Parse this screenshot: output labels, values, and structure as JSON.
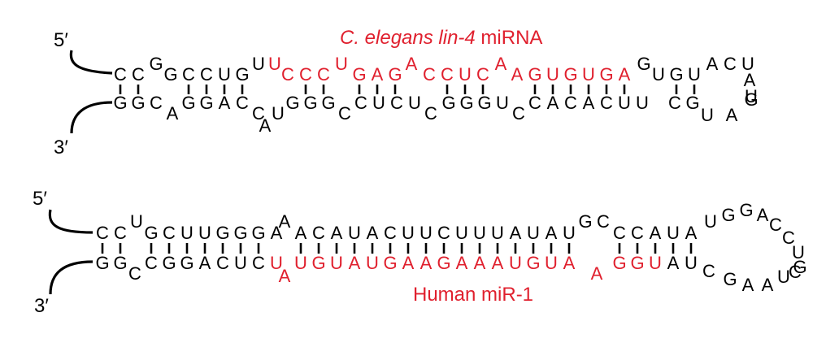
{
  "colors": {
    "mirna": "#e0202e",
    "base": "#000000",
    "background": "#ffffff"
  },
  "hairpins": [
    {
      "id": "lin4",
      "label": {
        "prefix_italic": "C. elegans lin-4",
        "suffix": " miRNA"
      },
      "five_prime": "5′",
      "three_prime": "3′",
      "top": [
        {
          "b": "C",
          "m": 0
        },
        {
          "b": "C",
          "m": 0
        },
        {
          "b": "G",
          "m": 0
        },
        {
          "b": "G",
          "m": 0
        },
        {
          "b": "C",
          "m": 0
        },
        {
          "b": "C",
          "m": 0
        },
        {
          "b": "U",
          "m": 0
        },
        {
          "b": "G",
          "m": 0
        },
        {
          "b": "U",
          "m": 0
        },
        {
          "b": "U",
          "m": 1
        },
        {
          "b": "C",
          "m": 1
        },
        {
          "b": "C",
          "m": 1
        },
        {
          "b": "C",
          "m": 1
        },
        {
          "b": "U",
          "m": 1
        },
        {
          "b": "G",
          "m": 1
        },
        {
          "b": "A",
          "m": 1
        },
        {
          "b": "G",
          "m": 1
        },
        {
          "b": "A",
          "m": 1
        },
        {
          "b": "C",
          "m": 1
        },
        {
          "b": "C",
          "m": 1
        },
        {
          "b": "U",
          "m": 1
        },
        {
          "b": "C",
          "m": 1
        },
        {
          "b": "A",
          "m": 1
        },
        {
          "b": "A",
          "m": 1
        },
        {
          "b": "G",
          "m": 1
        },
        {
          "b": "U",
          "m": 1
        },
        {
          "b": "G",
          "m": 1
        },
        {
          "b": "U",
          "m": 1
        },
        {
          "b": "G",
          "m": 1
        },
        {
          "b": "A",
          "m": 1
        },
        {
          "b": "G",
          "m": 0
        },
        {
          "b": "U",
          "m": 0
        },
        {
          "b": "G",
          "m": 0
        },
        {
          "b": "U",
          "m": 0
        },
        {
          "b": "A",
          "m": 0
        },
        {
          "b": "C",
          "m": 0
        },
        {
          "b": "U",
          "m": 0
        },
        {
          "b": "A",
          "m": 0
        },
        {
          "b": "U",
          "m": 0
        }
      ],
      "bottom": [
        {
          "b": "G",
          "m": 0
        },
        {
          "b": "G",
          "m": 0
        },
        {
          "b": "C",
          "m": 0
        },
        {
          "b": "A",
          "m": 0
        },
        {
          "b": "G",
          "m": 0
        },
        {
          "b": "G",
          "m": 0
        },
        {
          "b": "A",
          "m": 0
        },
        {
          "b": "C",
          "m": 0
        },
        {
          "b": "C",
          "m": 0
        },
        {
          "b": "A",
          "m": 0
        },
        {
          "b": "U",
          "m": 0
        },
        {
          "b": "G",
          "m": 0
        },
        {
          "b": "G",
          "m": 0
        },
        {
          "b": "G",
          "m": 0
        },
        {
          "b": "C",
          "m": 0
        },
        {
          "b": "C",
          "m": 0
        },
        {
          "b": "U",
          "m": 0
        },
        {
          "b": "C",
          "m": 0
        },
        {
          "b": "U",
          "m": 0
        },
        {
          "b": "C",
          "m": 0
        },
        {
          "b": "G",
          "m": 0
        },
        {
          "b": "G",
          "m": 0
        },
        {
          "b": "G",
          "m": 0
        },
        {
          "b": "U",
          "m": 0
        },
        {
          "b": "C",
          "m": 0
        },
        {
          "b": "C",
          "m": 0
        },
        {
          "b": "A",
          "m": 0
        },
        {
          "b": "C",
          "m": 0
        },
        {
          "b": "A",
          "m": 0
        },
        {
          "b": "C",
          "m": 0
        },
        {
          "b": "U",
          "m": 0
        },
        {
          "b": "U",
          "m": 0
        },
        {
          "b": "C",
          "m": 0
        },
        {
          "b": "G",
          "m": 0
        },
        {
          "b": "U",
          "m": 0
        },
        {
          "b": "A",
          "m": 0
        },
        {
          "b": "G",
          "m": 0
        }
      ]
    },
    {
      "id": "mir1",
      "label": {
        "prefix_italic": "",
        "suffix": "Human miR-1"
      },
      "five_prime": "5′",
      "three_prime": "3′",
      "top": [
        {
          "b": "C",
          "m": 0
        },
        {
          "b": "C",
          "m": 0
        },
        {
          "b": "U",
          "m": 0
        },
        {
          "b": "G",
          "m": 0
        },
        {
          "b": "C",
          "m": 0
        },
        {
          "b": "U",
          "m": 0
        },
        {
          "b": "U",
          "m": 0
        },
        {
          "b": "G",
          "m": 0
        },
        {
          "b": "G",
          "m": 0
        },
        {
          "b": "G",
          "m": 0
        },
        {
          "b": "A",
          "m": 0
        },
        {
          "b": "A",
          "m": 0
        },
        {
          "b": "A",
          "m": 0
        },
        {
          "b": "C",
          "m": 0
        },
        {
          "b": "A",
          "m": 0
        },
        {
          "b": "U",
          "m": 0
        },
        {
          "b": "A",
          "m": 0
        },
        {
          "b": "C",
          "m": 0
        },
        {
          "b": "U",
          "m": 0
        },
        {
          "b": "U",
          "m": 0
        },
        {
          "b": "C",
          "m": 0
        },
        {
          "b": "U",
          "m": 0
        },
        {
          "b": "U",
          "m": 0
        },
        {
          "b": "U",
          "m": 0
        },
        {
          "b": "A",
          "m": 0
        },
        {
          "b": "U",
          "m": 0
        },
        {
          "b": "A",
          "m": 0
        },
        {
          "b": "U",
          "m": 0
        },
        {
          "b": "G",
          "m": 0
        },
        {
          "b": "C",
          "m": 0
        },
        {
          "b": "C",
          "m": 0
        },
        {
          "b": "C",
          "m": 0
        },
        {
          "b": "A",
          "m": 0
        },
        {
          "b": "U",
          "m": 0
        },
        {
          "b": "A",
          "m": 0
        },
        {
          "b": "U",
          "m": 0
        },
        {
          "b": "G",
          "m": 0
        },
        {
          "b": "G",
          "m": 0
        },
        {
          "b": "A",
          "m": 0
        },
        {
          "b": "C",
          "m": 0
        },
        {
          "b": "C",
          "m": 0
        },
        {
          "b": "U",
          "m": 0
        },
        {
          "b": "G",
          "m": 0
        }
      ],
      "bottom": [
        {
          "b": "G",
          "m": 0
        },
        {
          "b": "G",
          "m": 0
        },
        {
          "b": "C",
          "m": 0
        },
        {
          "b": "C",
          "m": 0
        },
        {
          "b": "G",
          "m": 0
        },
        {
          "b": "G",
          "m": 0
        },
        {
          "b": "A",
          "m": 0
        },
        {
          "b": "C",
          "m": 0
        },
        {
          "b": "U",
          "m": 0
        },
        {
          "b": "C",
          "m": 0
        },
        {
          "b": "U",
          "m": 1
        },
        {
          "b": "A",
          "m": 1
        },
        {
          "b": "U",
          "m": 1
        },
        {
          "b": "G",
          "m": 1
        },
        {
          "b": "U",
          "m": 1
        },
        {
          "b": "A",
          "m": 1
        },
        {
          "b": "U",
          "m": 1
        },
        {
          "b": "G",
          "m": 1
        },
        {
          "b": "A",
          "m": 1
        },
        {
          "b": "A",
          "m": 1
        },
        {
          "b": "G",
          "m": 1
        },
        {
          "b": "A",
          "m": 1
        },
        {
          "b": "A",
          "m": 1
        },
        {
          "b": "A",
          "m": 1
        },
        {
          "b": "U",
          "m": 1
        },
        {
          "b": "G",
          "m": 1
        },
        {
          "b": "U",
          "m": 1
        },
        {
          "b": "A",
          "m": 1
        },
        {
          "b": "A",
          "m": 1
        },
        {
          "b": "G",
          "m": 1
        },
        {
          "b": "G",
          "m": 1
        },
        {
          "b": "U",
          "m": 1
        },
        {
          "b": "A",
          "m": 0
        },
        {
          "b": "U",
          "m": 0
        },
        {
          "b": "C",
          "m": 0
        },
        {
          "b": "G",
          "m": 0
        },
        {
          "b": "A",
          "m": 0
        },
        {
          "b": "A",
          "m": 0
        },
        {
          "b": "U",
          "m": 0
        },
        {
          "b": "C",
          "m": 0
        }
      ]
    }
  ]
}
